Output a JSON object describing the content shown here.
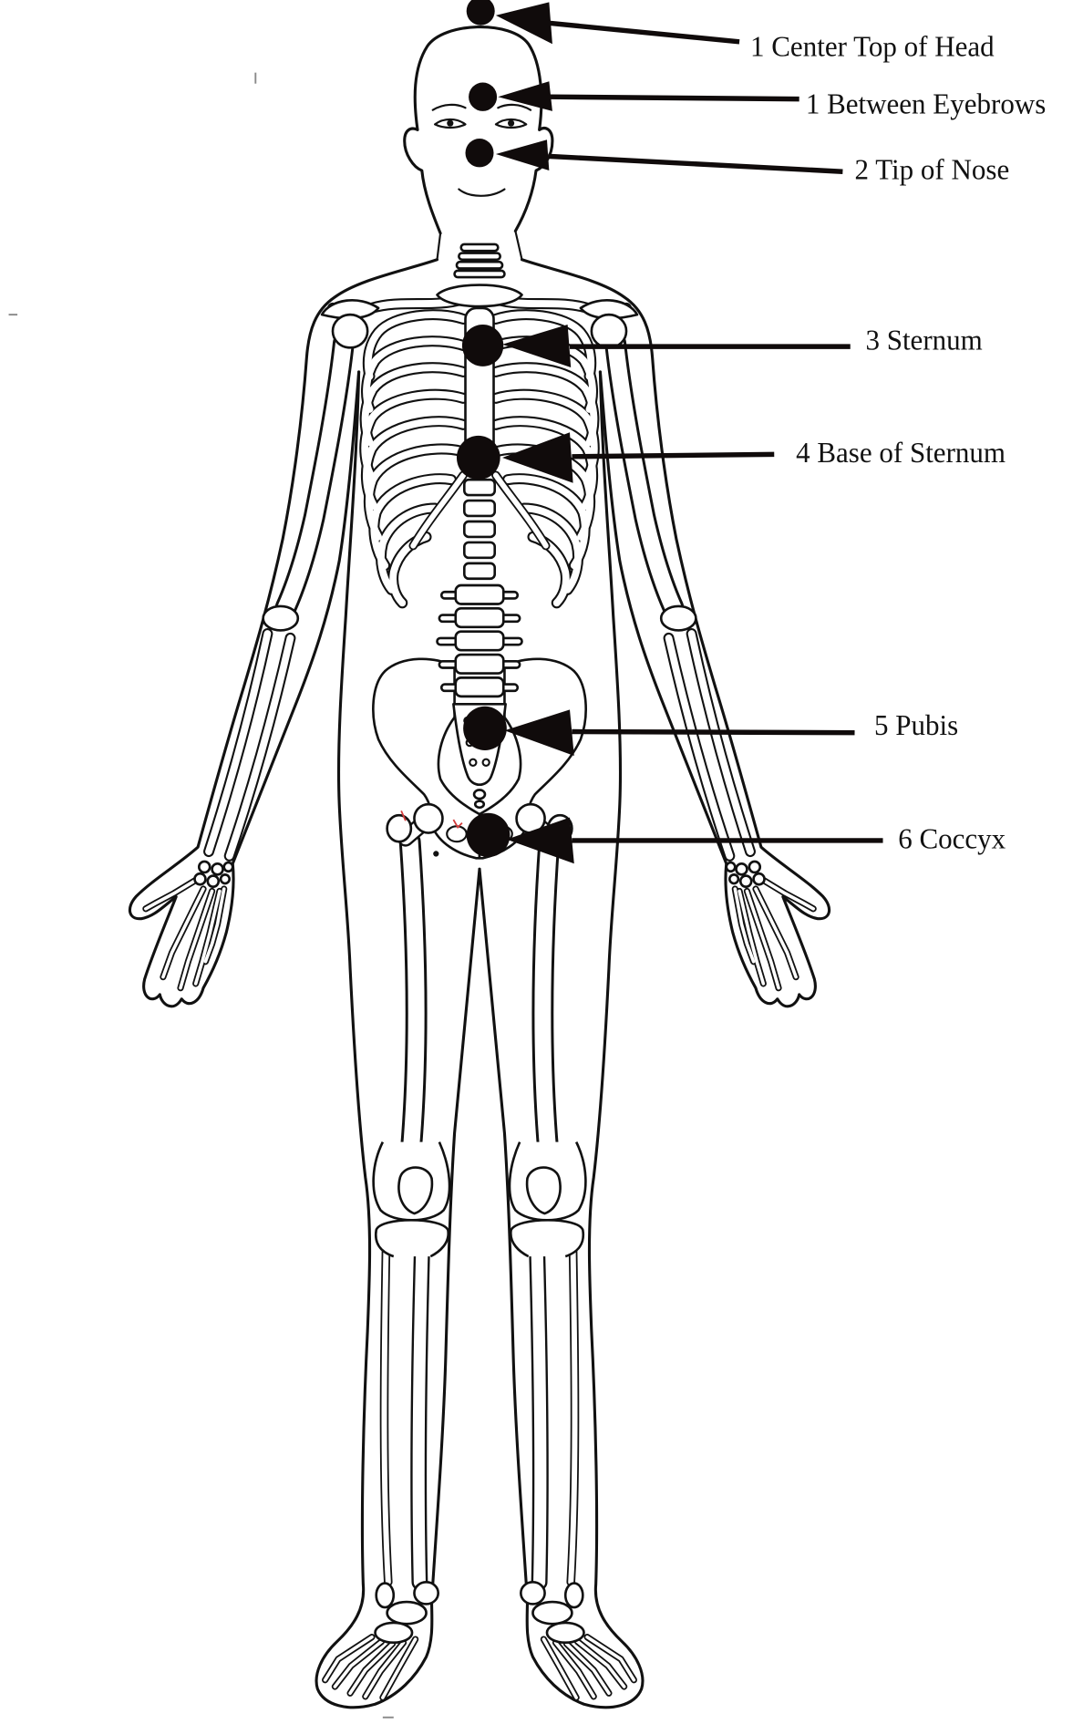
{
  "labels": [
    "1 Center Top of Head",
    "1 Between Eyebrows",
    "2 Tip of Nose",
    "3 Sternum",
    "4 Base of Sternum",
    "5 Pubis",
    "6 Coccyx"
  ],
  "colors": {
    "ink": "#111111",
    "marker": "#100b0b",
    "background": "#ffffff",
    "stray_mark": "#d33b3b"
  }
}
